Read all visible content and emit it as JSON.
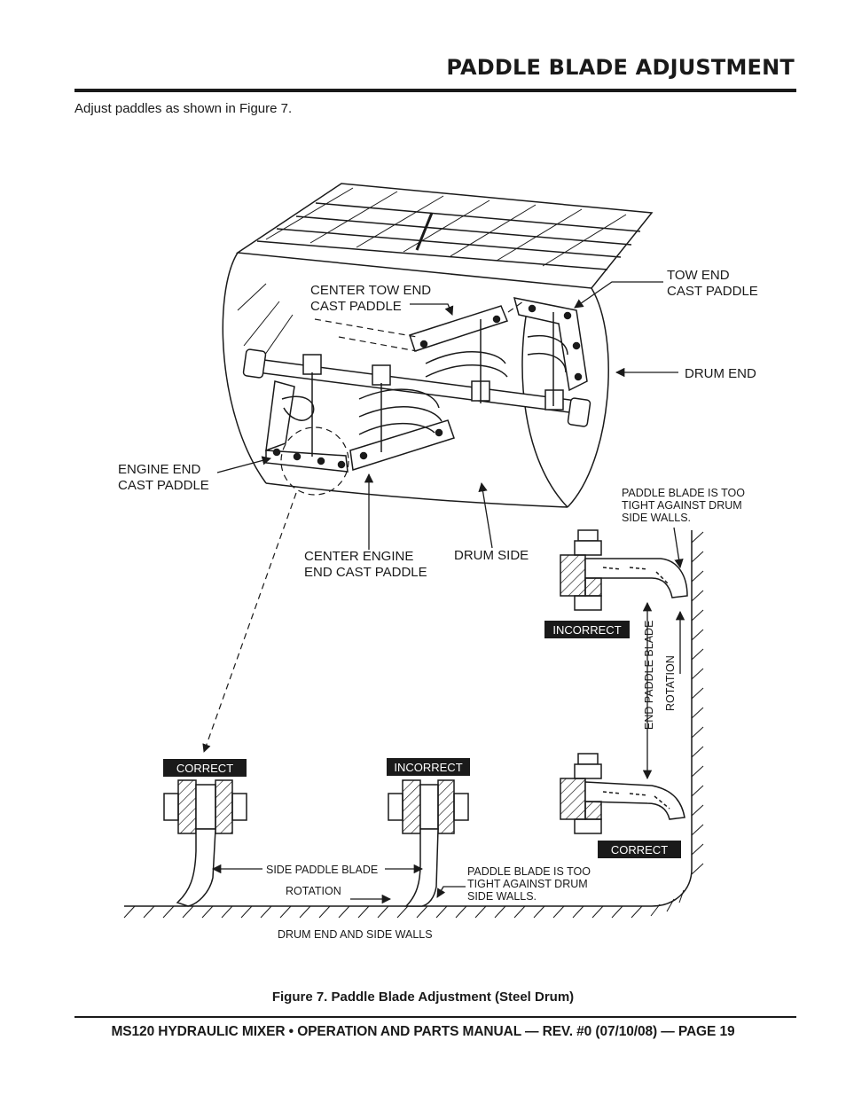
{
  "header": {
    "title": "PADDLE BLADE ADJUSTMENT"
  },
  "intro": "Adjust paddles as shown in Figure 7.",
  "figure": {
    "labels": {
      "center_tow_end": [
        "CENTER TOW END",
        "CAST PADDLE"
      ],
      "tow_end": [
        "TOW END",
        "CAST PADDLE"
      ],
      "drum_end": "DRUM END",
      "engine_end": [
        "ENGINE END",
        "CAST PADDLE"
      ],
      "center_engine_end": [
        "CENTER ENGINE",
        "END CAST PADDLE"
      ],
      "drum_side": "DRUM SIDE",
      "too_tight_top": [
        "PADDLE BLADE IS TOO",
        "TIGHT AGAINST DRUM",
        "SIDE WALLS."
      ],
      "incorrect_right": "INCORRECT",
      "end_paddle_blade": "END PADDLE BLADE",
      "rotation_vertical": "ROTATION",
      "correct_right": "CORRECT",
      "correct_left": "CORRECT",
      "incorrect_middle": "INCORRECT",
      "side_paddle_blade": "SIDE PADDLE BLADE",
      "rotation_bottom": "ROTATION",
      "too_tight_bottom": [
        "PADDLE BLADE IS TOO",
        "TIGHT AGAINST DRUM",
        "SIDE WALLS."
      ],
      "drum_walls": "DRUM END AND SIDE WALLS"
    }
  },
  "caption": "Figure 7. Paddle Blade Adjustment (Steel Drum)",
  "footer": "MS120 HYDRAULIC MIXER • OPERATION AND PARTS MANUAL — REV. #0 (07/10/08) — PAGE 19"
}
